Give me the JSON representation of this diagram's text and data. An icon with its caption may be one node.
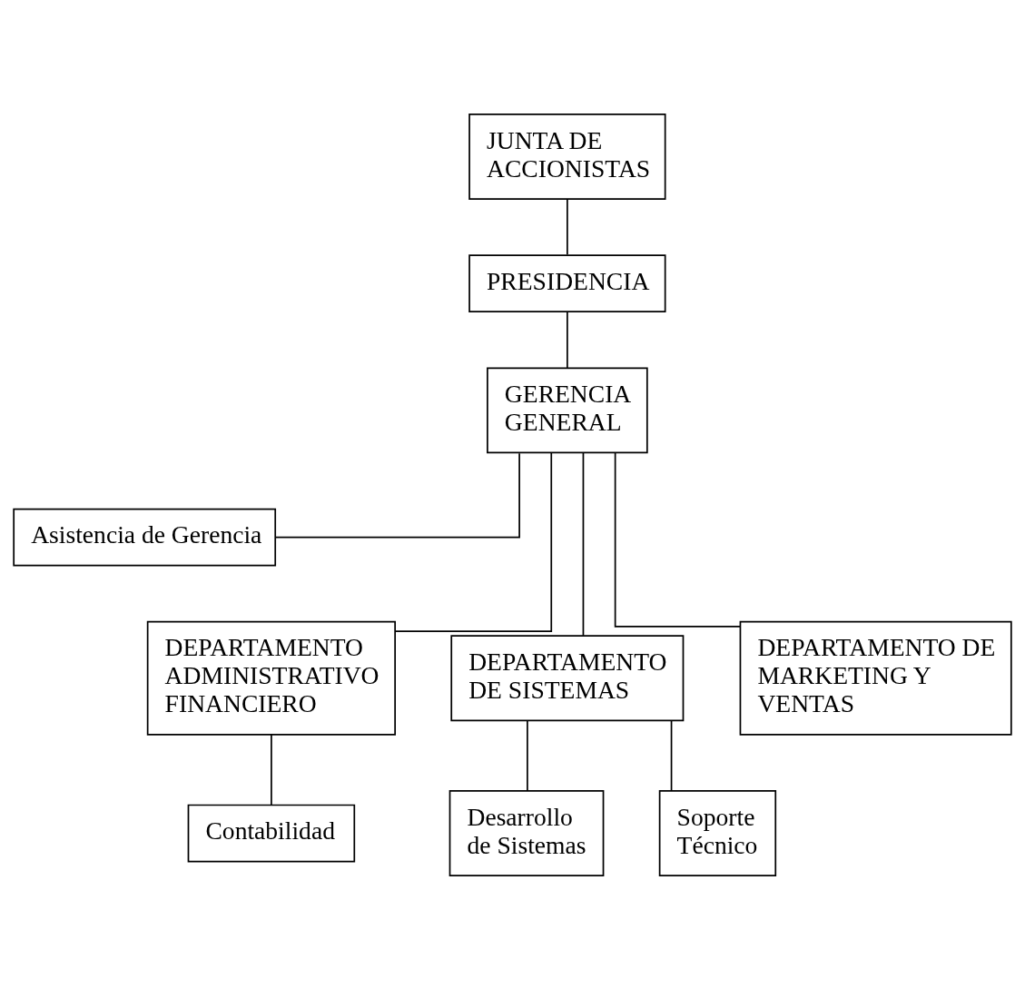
{
  "diagram": {
    "nodes": [
      {
        "text": [
          "JUNTA DE ACCIONISTAS"
        ]
      },
      {
        "text": [
          "PRESIDENCIA"
        ]
      },
      {
        "text": [
          "GERENCIA GENERAL"
        ]
      },
      {
        "text": [
          "Asistencia de Gerencia"
        ]
      },
      {
        "text": [
          "DEPARTAMENTO ADMINISTRATIVO FINANCIERO"
        ]
      },
      {
        "text": [
          "DEPARTAMENTO DE SISTEMAS"
        ]
      },
      {
        "text": [
          "DEPARTAMENTO DE MARKETING Y VENTAS"
        ]
      },
      {
        "text": [
          "Contabilidad"
        ]
      },
      {
        "text": [
          "Desarrollo de Sistemas"
        ]
      },
      {
        "text": [
          "Soporte Técnico"
        ]
      }
    ],
    "edges": [
      {
        "from": 0,
        "to": 1,
        "arrow": "none"
      },
      {
        "from": 1,
        "to": 2,
        "arrow": "none"
      },
      {
        "from": 2,
        "to": 3,
        "arrow": "none"
      },
      {
        "from": 2,
        "to": 4,
        "arrow": "none"
      },
      {
        "from": 2,
        "to": 5,
        "arrow": "none"
      },
      {
        "from": 2,
        "to": 6,
        "arrow": "none"
      },
      {
        "from": 4,
        "to": 7,
        "arrow": "none"
      },
      {
        "from": 5,
        "to": 8,
        "arrow": "none"
      },
      {
        "from": 5,
        "to": 9,
        "arrow": "none"
      }
    ]
  }
}
